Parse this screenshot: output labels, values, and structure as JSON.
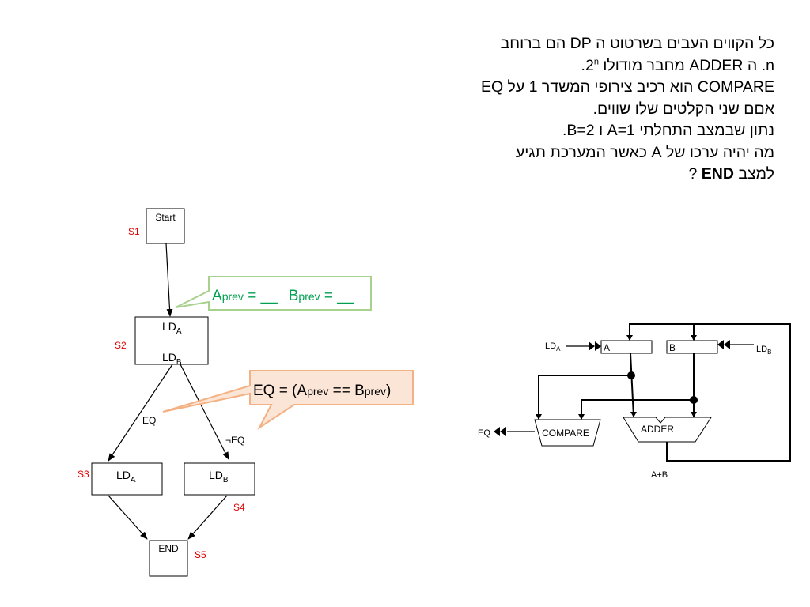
{
  "question": {
    "line1": "כל הקווים העבים בשרטוט ה  DP הם ברוחב",
    "line2_a": "n. ה ADDER מחבר מודולו ",
    "line2_base": "2",
    "line2_exp": "n",
    "line2_b": ".",
    "line3": "COMPARE הוא רכיב צירופי המשדר 1 על EQ",
    "line4": "אםם שני הקלטים שלו שווים.",
    "line5": "נתון שבמצב  התחלתי A=1 ו B=2.",
    "line6": "מה יהיה ערכו של A כאשר המערכת תגיע",
    "line7_a": "למצב ",
    "line7_bold": "END",
    "line7_b": " ?"
  },
  "flowchart": {
    "states": {
      "s1": {
        "tag": "S1",
        "label": "Start"
      },
      "s2": {
        "tag": "S2",
        "label1": "LD",
        "label1_sub": "A",
        "label2": "LD",
        "label2_sub": "B"
      },
      "s3": {
        "tag": "S3",
        "label": "LD",
        "label_sub": "A"
      },
      "s4": {
        "tag": "S4",
        "label": "LD",
        "label_sub": "B"
      },
      "s5": {
        "tag": "S5",
        "label": "END"
      }
    },
    "edges": {
      "eq": "EQ",
      "not_eq": "¬EQ"
    },
    "callout_prev": {
      "a": "A",
      "a_sub": "prev",
      "a_eq": " = __",
      "b": "B",
      "b_sub": "prev",
      "b_eq": " = __"
    },
    "callout_eq": {
      "p1": "EQ = (A",
      "sub1": "prev",
      "p2": " == B",
      "sub2": "prev",
      "p3": ")"
    }
  },
  "datapath": {
    "reg_a": "A",
    "reg_b": "B",
    "ld_a": "LD",
    "ld_a_sub": "A",
    "ld_b": "LD",
    "ld_b_sub": "B",
    "compare": "COMPARE",
    "adder": "ADDER",
    "eq_out": "EQ",
    "sum_out": "A+B"
  },
  "colors": {
    "state_tag": "#e00000",
    "prev_text": "#00a050",
    "prev_border": "#a9d18e",
    "eq_fill": "#fbe5d6",
    "eq_border": "#f4b183"
  }
}
